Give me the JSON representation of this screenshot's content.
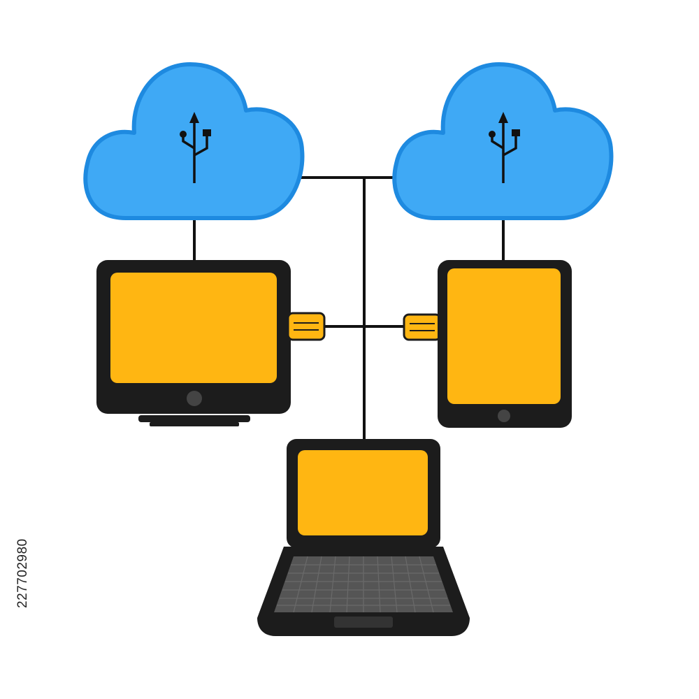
{
  "diagram": {
    "colors": {
      "cloud_fill": "#3fa9f5",
      "cloud_stroke": "#1e8ae0",
      "screen_fill": "#ffb612",
      "device_body": "#1c1c1c",
      "keyboard_fill": "#555555",
      "connector_fill": "#ffb612",
      "line_color": "#111111",
      "background": "#ffffff"
    },
    "nodes": [
      {
        "id": "cloud-left",
        "kind": "cloud",
        "icon": "usb-icon"
      },
      {
        "id": "cloud-right",
        "kind": "cloud",
        "icon": "usb-icon"
      },
      {
        "id": "monitor",
        "kind": "desktop-monitor"
      },
      {
        "id": "tablet",
        "kind": "tablet"
      },
      {
        "id": "laptop",
        "kind": "laptop"
      }
    ],
    "edges": [
      {
        "from": "cloud-left",
        "to": "monitor"
      },
      {
        "from": "cloud-right",
        "to": "tablet"
      },
      {
        "from": "cloud-left",
        "to": "cloud-right"
      },
      {
        "from": "monitor",
        "to": "tablet"
      },
      {
        "from": "hub",
        "to": "laptop"
      }
    ]
  },
  "watermark": {
    "stock_id": "227702980"
  }
}
